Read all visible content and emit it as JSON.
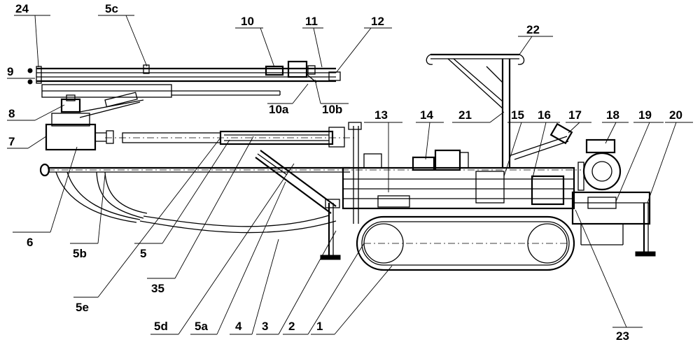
{
  "labels": {
    "l24": "24",
    "l5c": "5c",
    "l10": "10",
    "l11": "11",
    "l12": "12",
    "l22": "22",
    "l9": "9",
    "l8": "8",
    "l7": "7",
    "l10a": "10a",
    "l10b": "10b",
    "l13": "13",
    "l14": "14",
    "l21": "21",
    "l15": "15",
    "l16": "16",
    "l17": "17",
    "l18": "18",
    "l19": "19",
    "l20": "20",
    "l6": "6",
    "l5b": "5b",
    "l5": "5",
    "l35": "35",
    "l5e": "5e",
    "l5d": "5d",
    "l5a": "5a",
    "l4": "4",
    "l3": "3",
    "l2": "2",
    "l1": "1",
    "l23": "23"
  }
}
